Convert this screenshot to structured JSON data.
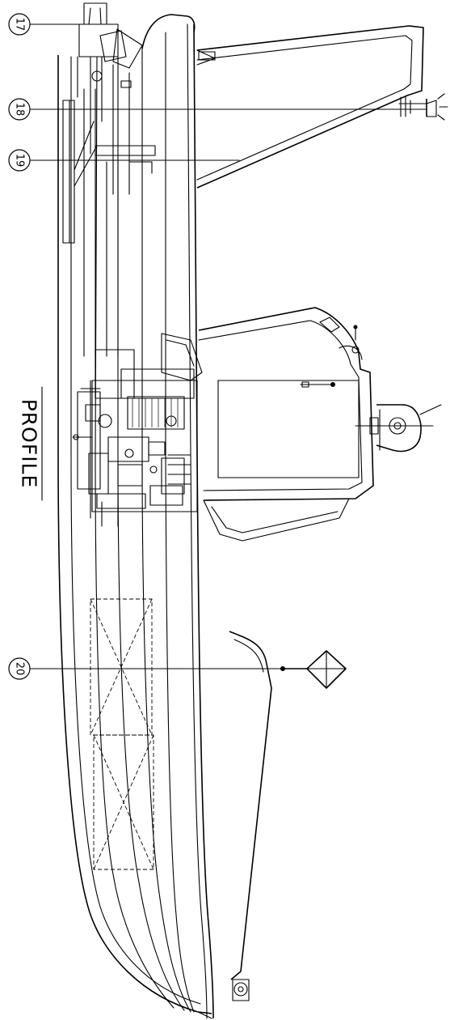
{
  "drawing": {
    "view_title": "PROFILE",
    "callouts": [
      {
        "id": "17",
        "label": "17"
      },
      {
        "id": "18",
        "label": "18"
      },
      {
        "id": "19",
        "label": "19"
      },
      {
        "id": "20",
        "label": "20"
      }
    ]
  }
}
